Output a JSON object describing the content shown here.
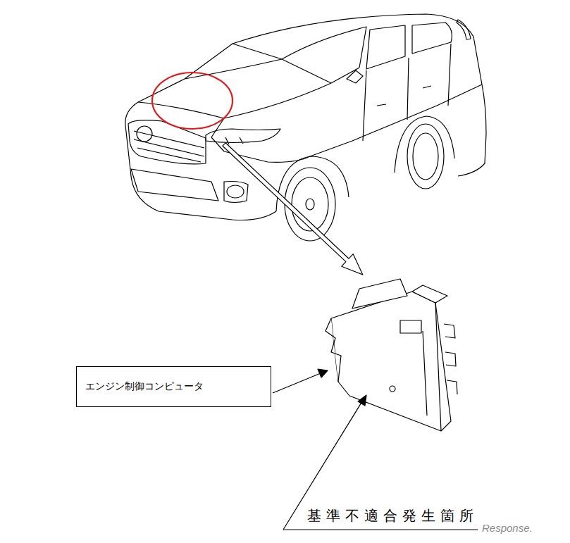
{
  "diagram": {
    "nodes": [
      {
        "text": [
          "エンジン制御コンピュータ"
        ]
      }
    ],
    "labels": [
      "基準不適合発生箇所",
      "Response."
    ]
  }
}
